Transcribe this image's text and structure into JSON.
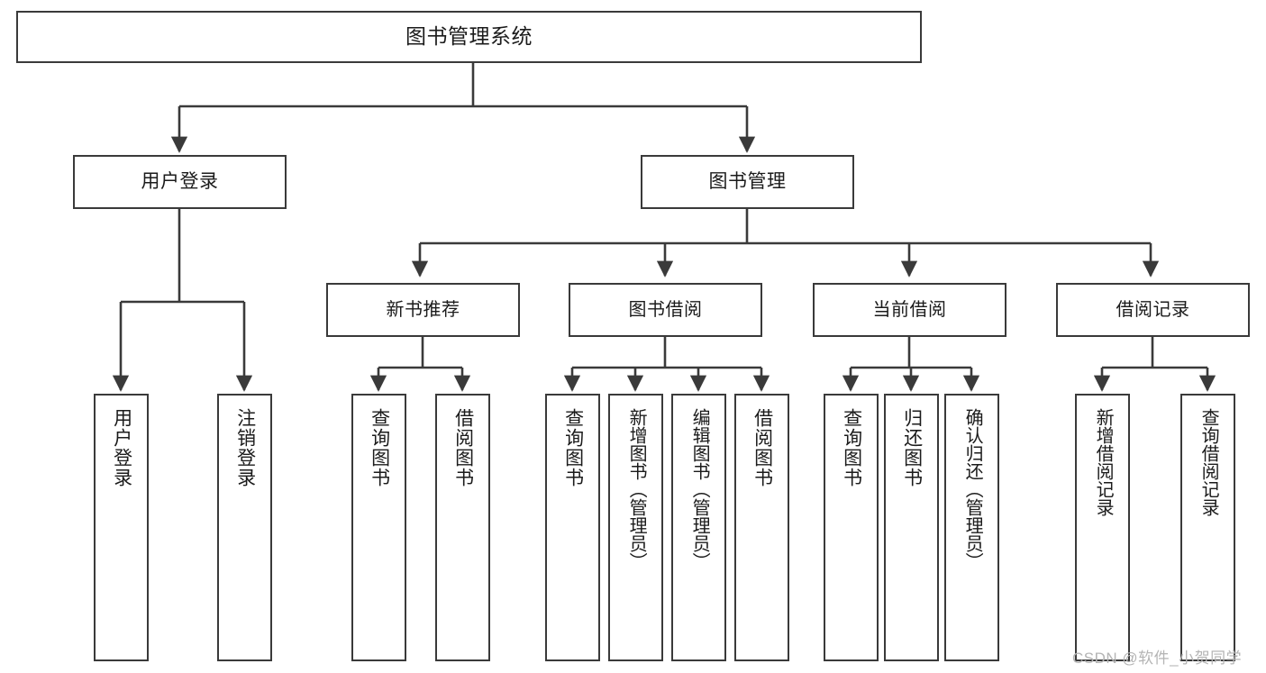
{
  "diagram": {
    "title": "图书管理系统",
    "type": "tree-hierarchy-chart",
    "root": {
      "label": "图书管理系统"
    },
    "level1": [
      {
        "label": "用户登录"
      },
      {
        "label": "图书管理"
      }
    ],
    "level2": [
      {
        "label": "新书推荐"
      },
      {
        "label": "图书借阅"
      },
      {
        "label": "当前借阅"
      },
      {
        "label": "借阅记录"
      }
    ],
    "leaves": {
      "user_login": [
        {
          "label": "用户登录"
        },
        {
          "label": "注销登录"
        }
      ],
      "new_book_recommend": [
        {
          "label": "查询图书"
        },
        {
          "label": "借阅图书"
        }
      ],
      "book_borrow": [
        {
          "label": "查询图书"
        },
        {
          "label": "新增图书（管理员）"
        },
        {
          "label": "编辑图书（管理员）"
        },
        {
          "label": "借阅图书"
        }
      ],
      "current_borrow": [
        {
          "label": "查询图书"
        },
        {
          "label": "归还图书"
        },
        {
          "label": "确认归还（管理员）"
        }
      ],
      "borrow_record": [
        {
          "label": "新增借阅记录"
        },
        {
          "label": "查询借阅记录"
        }
      ]
    }
  },
  "watermark": {
    "text": "CSDN @软件_小贺同学"
  },
  "colors": {
    "stroke": "#3a3a3a",
    "box_fill": "#ffffff",
    "text": "#1b1b1b",
    "watermark": "#b4b4b4",
    "background": "#ffffff"
  }
}
